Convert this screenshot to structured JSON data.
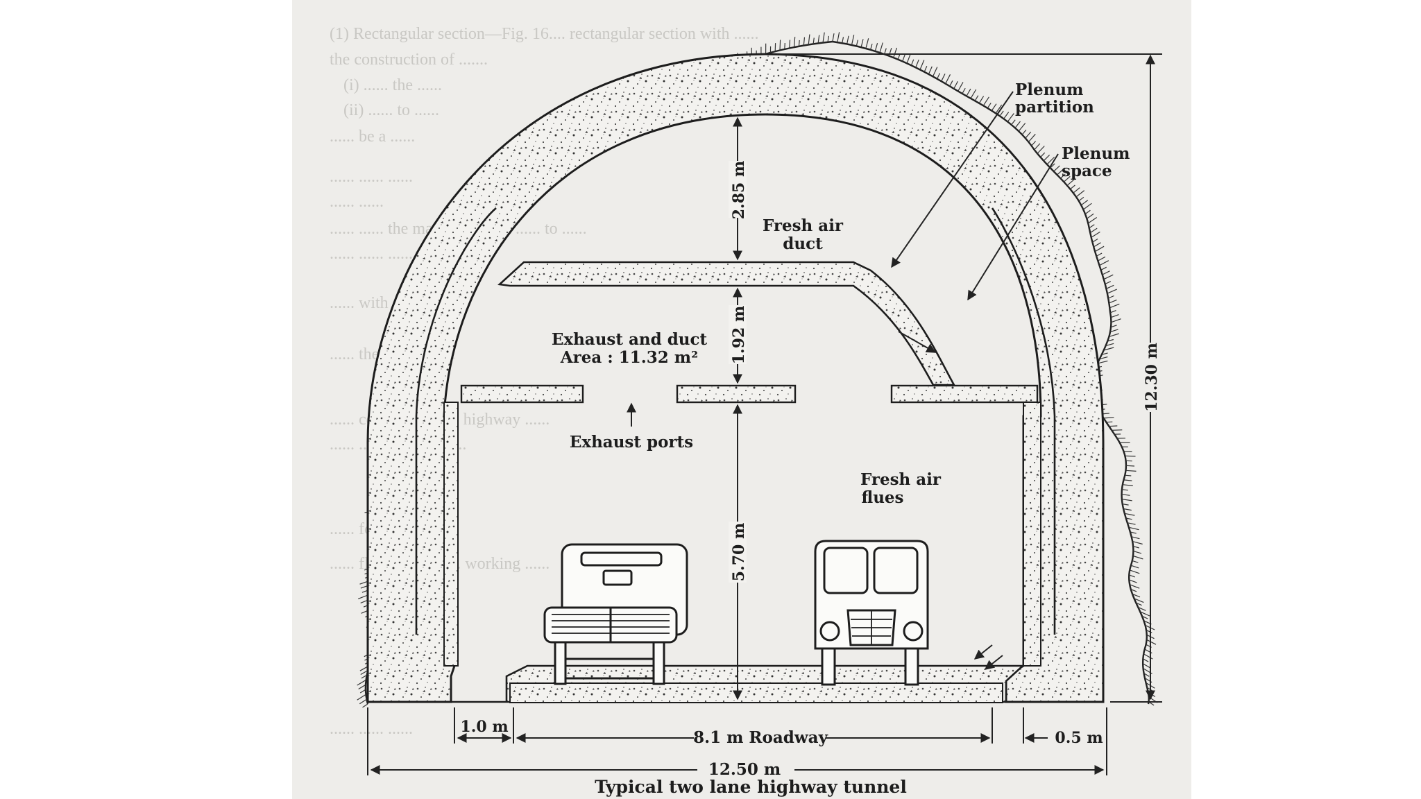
{
  "diagram": {
    "caption": "Typical two lane highway tunnel",
    "labels": {
      "plenum_partition": [
        "Plenum",
        "partition"
      ],
      "plenum_space": [
        "Plenum",
        "space"
      ],
      "fresh_air_duct": [
        "Fresh air",
        "duct"
      ],
      "exhaust_duct": [
        "Exhaust and duct",
        "Area : 11.32 m²"
      ],
      "exhaust_ports": "Exhaust ports",
      "fresh_air_flues": [
        "Fresh air",
        "flues"
      ]
    },
    "dimensions": {
      "crown_to_partition": "2.85 m",
      "duct_height": "1.92 m",
      "clearance_height": "5.70 m",
      "total_height": "12.30 m",
      "kerb_left": "1.0 m",
      "roadway": "8.1 m Roadway",
      "kerb_right": "0.5 m",
      "total_width": "12.50 m"
    }
  },
  "background_text": [
    "(1) Rectangular section—Fig. 16.... rectangular section with ......",
    "the construction of .......",
    "(i) ...... the ......",
    "(ii) ...... to ......",
    "...... be a ......",
    "...... ...... ......",
    "...... ......",
    "...... ...... the main ...... from ...... to ......",
    "...... ...... ...... ......",
    "...... with ...... ......",
    "...... the ...... of ......",
    "...... commonly ...... highway ......",
    "...... ...... the ...... ......",
    "...... for the ......",
    "...... flow of the ...... working ......",
    "...... ...... ......"
  ]
}
